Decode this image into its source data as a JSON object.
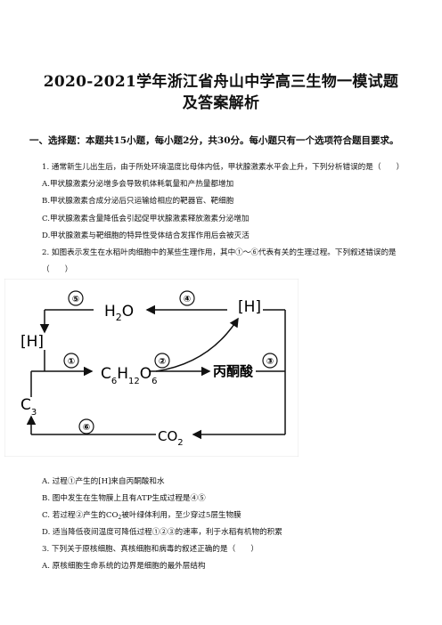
{
  "title": {
    "line1": "2020-2021学年浙江省舟山中学高三生物一模试题",
    "line2": "及答案解析"
  },
  "section_heading": "一、选择题：本题共15小题，每小题2分，共30分。每小题只有一个选项符合题目要求。",
  "q1": {
    "stem": "1. 通常新生儿出生后，由于所处环境温度比母体内低，甲状腺激素水平会上升，下列分析错误的是（　　）",
    "options": [
      "A.甲状腺激素分泌增多会导致机体耗氧量和产热量都增加",
      "B.甲状腺激素合成分泌后只运输给相应的靶器官、靶细胞",
      "C.甲状腺激素含量降低会引起促甲状腺激素释放激素分泌增加",
      "D.甲状腺激素与靶细胞的特异性受体结合发挥作用后会被灭活"
    ]
  },
  "q2": {
    "stem_line1": "2. 如图表示发生在水稻叶肉细胞中的某些生理作用，其中①～⑥代表有关的生理过程。下列叙述错误的是",
    "stem_line2": "（　　）",
    "diagram": {
      "n1": "①",
      "n2": "②",
      "n3": "③",
      "n4": "④",
      "n5": "⑤",
      "n6": "⑥",
      "h2o": "H",
      "h2o_sub": "2",
      "h2o_tail": "O",
      "h_top": "[H]",
      "h_left": "[H]",
      "glucose": "C",
      "glucose_s1": "6",
      "glucose_h": "H",
      "glucose_s2": "12",
      "glucose_o": "O",
      "glucose_s3": "6",
      "pyruvate": "丙酮酸",
      "c3": "C",
      "c3_sub": "3",
      "co2": "CO",
      "co2_sub": "2"
    },
    "options": {
      "a": "A. 过程①产生的[H]来自丙酮酸和水",
      "b": "B. 图中发生在生物膜上且有ATP生成过程是④⑤",
      "c_pre": "C. 若过程②产生的CO",
      "c_sub": "2",
      "c_post": "被叶绿体利用，至少穿过5层生物膜",
      "d": "D. 适当降低夜间温度可降低过程①②③的速率，利于水稻有机物的积累"
    }
  },
  "q3": {
    "stem": "3. 下列关于原核细胞、真核细胞和病毒的叙述正确的是（　　）",
    "option_a": "A. 原核细胞生命系统的边界是细胞的最外层结构"
  }
}
